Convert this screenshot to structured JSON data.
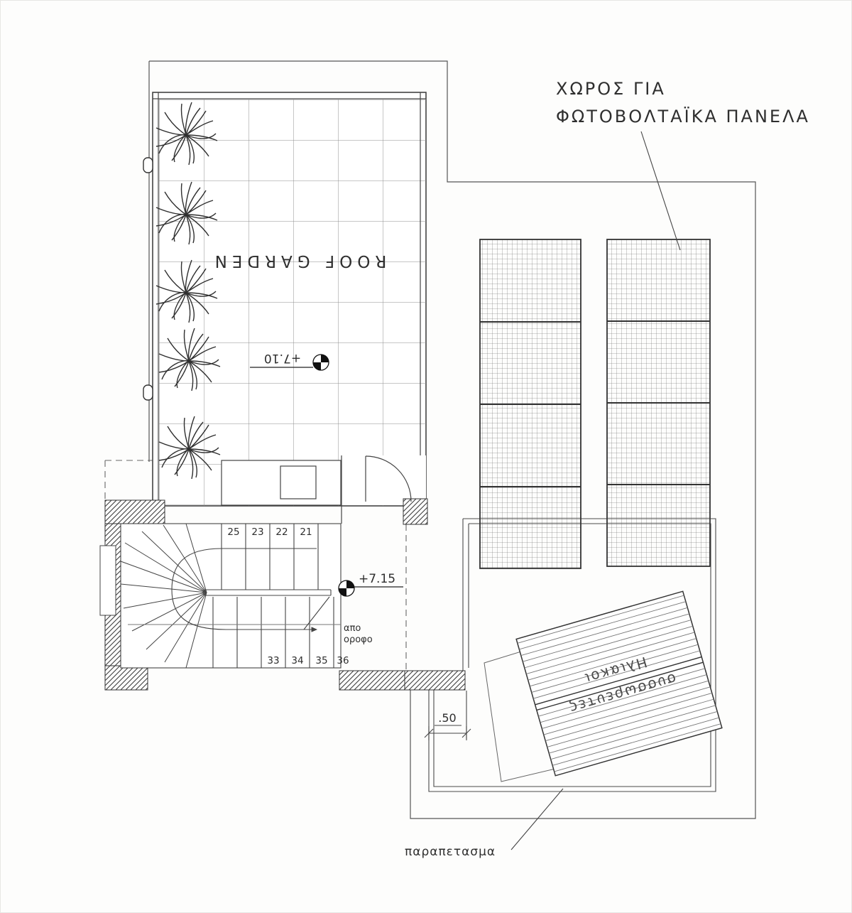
{
  "labels": {
    "pv_area": {
      "line1": "ΧΩΡΟΣ ΓΙΑ",
      "line2": "ΦΩΤΟΒΟΛΤΑΪΚΑ ΠΑΝΕΛΑ"
    },
    "roof_garden": "ROOF GARDEN",
    "levels": {
      "roof_garden": "+7.10",
      "stair_landing": "+7.15"
    },
    "from_floor": {
      "line1": "απο",
      "line2": "οροφο"
    },
    "solar_collectors": {
      "line1": "Ηλιακοι",
      "line2": "συσσωρευτες"
    },
    "parapet": "παραπετασμα",
    "dimension_parapet": ".50"
  },
  "stairs": {
    "upper_flight_numbers": [
      "25",
      "23",
      "22",
      "21"
    ],
    "lower_flight_numbers": [
      "33",
      "34",
      "35",
      "36"
    ]
  },
  "colors": {
    "ink": "#2e2e2e",
    "line": "#4a4a4a",
    "grid": "#8f8f8f",
    "background": "#fdfdfc"
  }
}
